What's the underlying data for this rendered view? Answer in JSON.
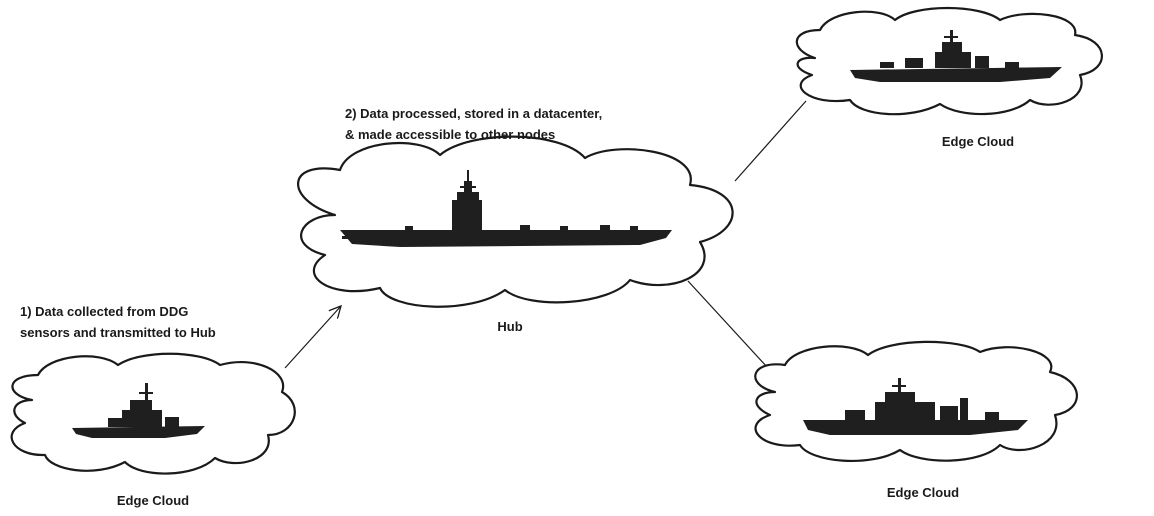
{
  "nodes": {
    "hub": {
      "label": "Hub"
    },
    "edge_top_right": {
      "label": "Edge Cloud"
    },
    "edge_bottom_right": {
      "label": "Edge Cloud"
    },
    "edge_bottom_left": {
      "label": "Edge Cloud"
    }
  },
  "annotations": {
    "step1_line1": "1) Data collected from DDG",
    "step1_line2": "sensors and transmitted to Hub",
    "step2_line1": "2) Data processed, stored in a datacenter,",
    "step2_line2": "& made accessible to other nodes"
  },
  "edges": [
    {
      "from": "edge_bottom_left",
      "to": "hub",
      "directed": true
    },
    {
      "from": "hub",
      "to": "edge_top_right",
      "directed": false
    },
    {
      "from": "hub",
      "to": "edge_bottom_right",
      "directed": false
    }
  ],
  "icons": {
    "hub_ship": "aircraft-carrier-icon",
    "edge_ship": "warship-icon"
  }
}
